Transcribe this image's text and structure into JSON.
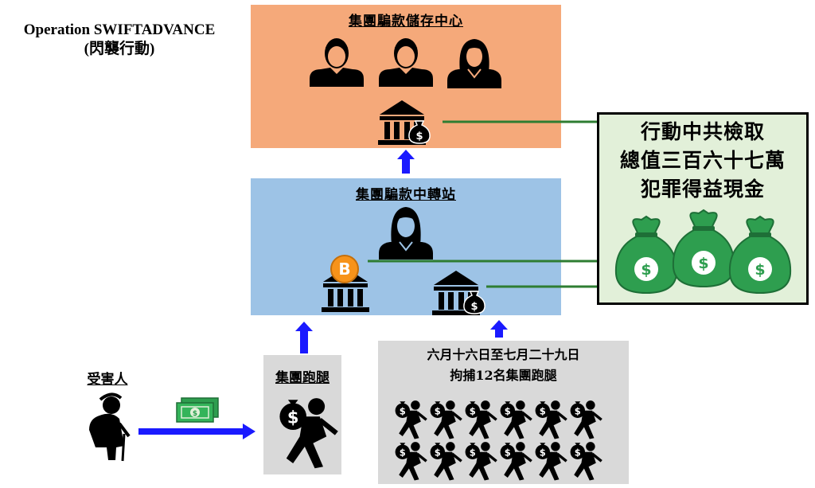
{
  "title": {
    "line1": "Operation SWIFTADVANCE",
    "line2": "(閃襲行動)"
  },
  "storage_center": {
    "label": "集團騙款儲存中心"
  },
  "transfer_station": {
    "label": "集團騙款中轉站"
  },
  "victim": {
    "label": "受害人"
  },
  "runner": {
    "label": "集團跑腿"
  },
  "arrests": {
    "line1": "六月十六日至七月二十九日",
    "line2": "拘捕12名集團跑腿",
    "runner_count": 12
  },
  "proceeds": {
    "line1": "行動中共檢取",
    "line2": "總值三百六十七萬",
    "line3": "犯罪得益現金"
  },
  "colors": {
    "storage_bg": "#f5a97a",
    "transfer_bg": "#9dc3e6",
    "runner_bg": "#d9d9d9",
    "proceeds_bg": "#e2f0d9",
    "arrow": "#1a1aff",
    "connector": "#2e7d32",
    "money": "#2e9e4f",
    "bitcoin": "#f7931a"
  }
}
